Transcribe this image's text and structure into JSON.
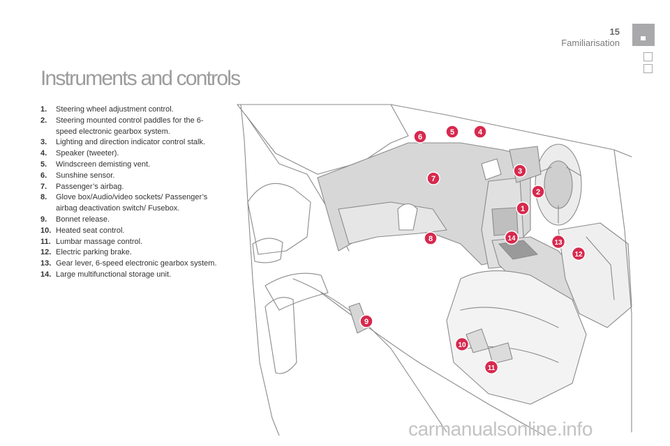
{
  "header": {
    "page_number": "15",
    "section": "Familiarisation"
  },
  "title": "Instruments and controls",
  "legend": [
    {
      "num": "1.",
      "text": "Steering wheel adjustment control."
    },
    {
      "num": "2.",
      "text": "Steering mounted control paddles for the 6-speed electronic gearbox system."
    },
    {
      "num": "3.",
      "text": "Lighting and direction indicator control stalk."
    },
    {
      "num": "4.",
      "text": "Speaker (tweeter)."
    },
    {
      "num": "5.",
      "text": "Windscreen demisting vent."
    },
    {
      "num": "6.",
      "text": "Sunshine sensor."
    },
    {
      "num": "7.",
      "text": "Passenger’s airbag."
    },
    {
      "num": "8.",
      "text": "Glove box/Audio/video sockets/ Passenger’s airbag deactivation switch/ Fusebox."
    },
    {
      "num": "9.",
      "text": "Bonnet release."
    },
    {
      "num": "10.",
      "text": "Heated seat control."
    },
    {
      "num": "11.",
      "text": "Lumbar massage control."
    },
    {
      "num": "12.",
      "text": "Electric parking brake."
    },
    {
      "num": "13.",
      "text": "Gear lever, 6-speed electronic gearbox system."
    },
    {
      "num": "14.",
      "text": "Large multifunctional storage unit."
    }
  ],
  "callouts": [
    "1",
    "2",
    "3",
    "4",
    "5",
    "6",
    "7",
    "8",
    "9",
    "10",
    "11",
    "12",
    "13",
    "14"
  ],
  "watermark": "carmanualsonline.info",
  "colors": {
    "callout": "#d7294e",
    "tab": "#a9a9ab",
    "title": "#9c9c9c",
    "line_art": "#8a8a8a"
  }
}
